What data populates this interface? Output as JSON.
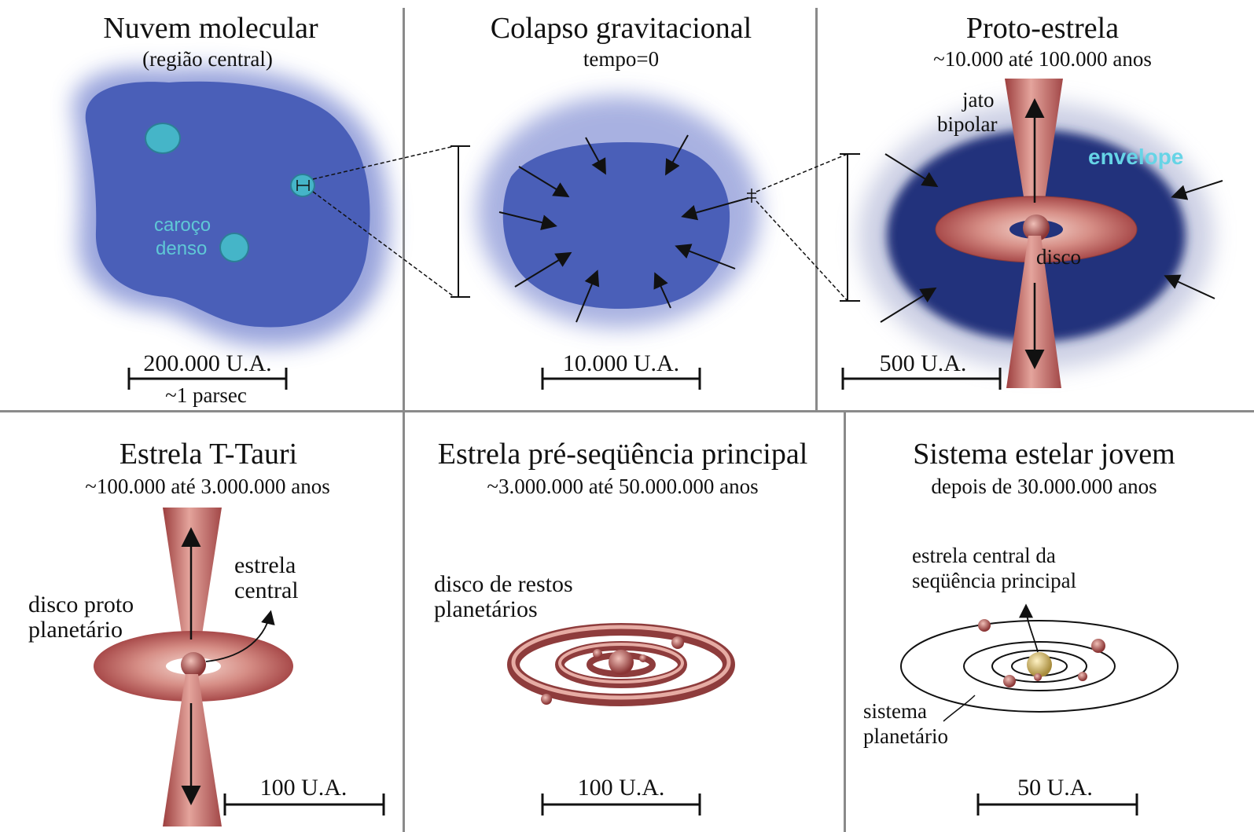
{
  "panels": {
    "p1": {
      "title": "Nuvem molecular",
      "subtitle": "(região central)",
      "label_dense_1": "caroço",
      "label_dense_2": "denso",
      "scale": "200.000 U.A.",
      "scale_sub": "~1 parsec"
    },
    "p2": {
      "title": "Colapso gravitacional",
      "subtitle": "tempo=0",
      "scale": "10.000 U.A."
    },
    "p3": {
      "title": "Proto-estrela",
      "subtitle": "~10.000 até 100.000 anos",
      "label_jet_1": "jato",
      "label_jet_2": "bipolar",
      "label_envelope": "envelope",
      "label_disk": "disco",
      "scale": "500 U.A."
    },
    "p4": {
      "title": "Estrela T-Tauri",
      "subtitle": "~100.000 até 3.000.000 anos",
      "label_star_1": "estrela",
      "label_star_2": "central",
      "label_disk_1": "disco proto",
      "label_disk_2": "planetário",
      "scale": "100 U.A."
    },
    "p5": {
      "title": "Estrela pré-seqüência principal",
      "subtitle": "~3.000.000 até 50.000.000 anos",
      "label_debris_1": "disco de restos",
      "label_debris_2": "planetários",
      "scale": "100 U.A."
    },
    "p6": {
      "title": "Sistema estelar jovem",
      "subtitle": "depois de 30.000.000 anos",
      "label_star_1": "estrela central da",
      "label_star_2": "seqüência principal",
      "label_sys_1": "sistema",
      "label_sys_2": "planetário",
      "scale": "50 U.A."
    }
  },
  "colors": {
    "cloud": "#4a5fb8",
    "cloud_dark": "#1e2f7a",
    "core": "#45b5c8",
    "disk": "#b85a5a",
    "disk_light": "#e8b0a8",
    "star_yellow": "#d8c070"
  }
}
